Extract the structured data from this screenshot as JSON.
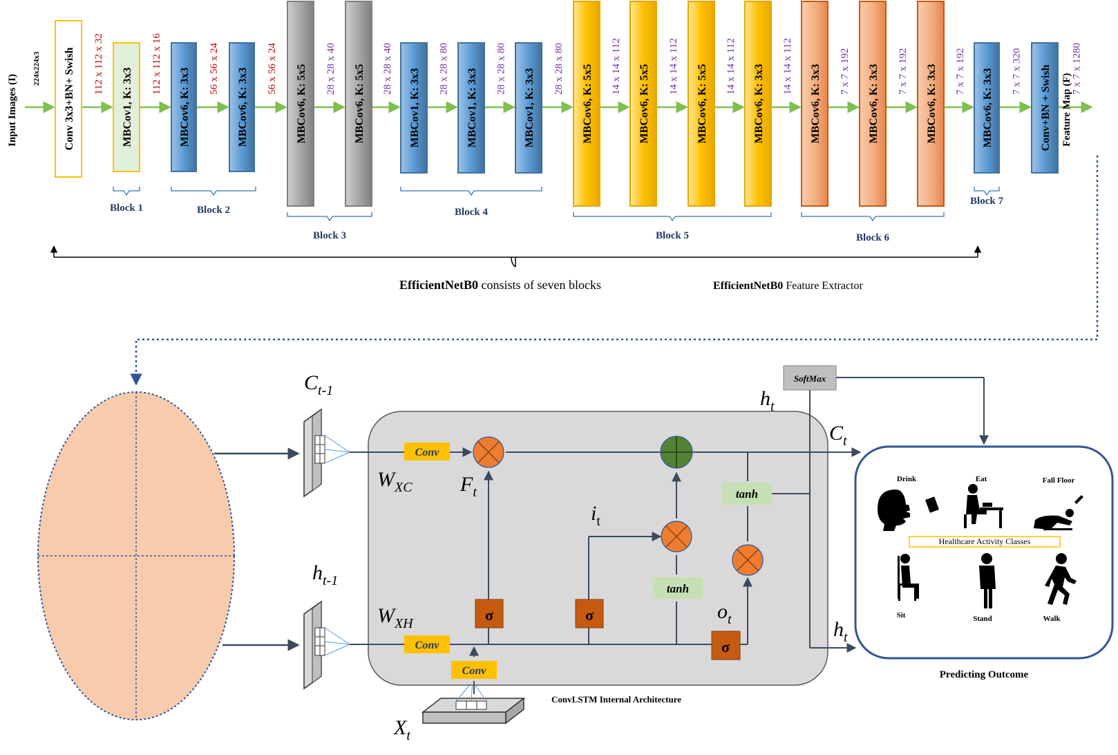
{
  "input_label": "Input Images (I)",
  "input_dims": "224x224x3",
  "output_label": "Feature Map (F)",
  "stem_layer": "Conv 3x3+BN+ Swish",
  "head_layer": "Conv+BN + Swish",
  "layers": [
    {
      "label": "MBCov1, K: 3x3",
      "kind": "mb1"
    },
    {
      "label": "MBCov6, K: 3x3",
      "kind": "b2"
    },
    {
      "label": "MBCov6, K: 3x3",
      "kind": "b2"
    },
    {
      "label": "MBCov6, K: 5x5",
      "kind": "b3"
    },
    {
      "label": "MBCov6, K: 5x5",
      "kind": "b3"
    },
    {
      "label": "MBCov1, K: 3x3",
      "kind": "b4"
    },
    {
      "label": "MBCov1, K: 3x3",
      "kind": "b4"
    },
    {
      "label": "MBCov1, K: 3x3",
      "kind": "b4"
    },
    {
      "label": "MBCov6, K: 5x5",
      "kind": "b5"
    },
    {
      "label": "MBCov6, K: 5x5",
      "kind": "b5"
    },
    {
      "label": "MBCov6, K: 5x5",
      "kind": "b5"
    },
    {
      "label": "MBCov6, K: 3x3",
      "kind": "b5"
    },
    {
      "label": "MBCov6, K: 3x3",
      "kind": "b6"
    },
    {
      "label": "MBCov6, K: 3x3",
      "kind": "b6"
    },
    {
      "label": "MBCov6, K: 3x3",
      "kind": "b6"
    },
    {
      "label": "MBCov6, K: 3x3",
      "kind": "b7"
    }
  ],
  "dims": [
    {
      "t": "112 x 112 x 32",
      "c": "red"
    },
    {
      "t": "112 x 112 x 16",
      "c": "red"
    },
    {
      "t": "56 x 56 x 24",
      "c": "red"
    },
    {
      "t": "56 x 56 x 24",
      "c": "red"
    },
    {
      "t": "28 x 28 x 40",
      "c": "purple"
    },
    {
      "t": "28 x 28 x 40",
      "c": "purple"
    },
    {
      "t": "28 x 28 x 80",
      "c": "purple"
    },
    {
      "t": "28 x 28 x 80",
      "c": "purple"
    },
    {
      "t": "28 x 28 x 80",
      "c": "purple"
    },
    {
      "t": "14 x 14 x 112",
      "c": "purple"
    },
    {
      "t": "14 x 14 x 112",
      "c": "purple"
    },
    {
      "t": "14 x 14 x 112",
      "c": "purple"
    },
    {
      "t": "14 x 14 x 112",
      "c": "purple"
    },
    {
      "t": "7 x 7 x 192",
      "c": "purple"
    },
    {
      "t": "7 x 7 x 192",
      "c": "purple"
    },
    {
      "t": "7 x 7 x 192",
      "c": "purple"
    },
    {
      "t": "7 x 7 x 320",
      "c": "purple"
    },
    {
      "t": "7 x 7 x 1280",
      "c": "purple"
    }
  ],
  "blocks": [
    "Block 1",
    "Block 2",
    "Block 3",
    "Block 4",
    "Block 5",
    "Block 6",
    "Block 7"
  ],
  "caption_left_bold": "EfficientNetB0",
  "caption_left_rest": " consists of seven blocks",
  "caption_right_bold": "EfficientNetB0",
  "caption_right_rest": " Feature Extractor",
  "convlstm": {
    "title": "ConvLSTM Internal Architecture",
    "c_prev": "C",
    "c_prev_sub": "t-1",
    "h_prev": "h",
    "h_prev_sub": "t-1",
    "x_t": "X",
    "x_t_sub": "t",
    "w_xc": "W",
    "w_xc_sub": "XC",
    "w_xh": "W",
    "w_xh_sub": "XH",
    "f_t": "F",
    "f_t_sub": "t",
    "i_t": "i",
    "i_t_sub": "t",
    "o_t": "o",
    "o_t_sub": "t",
    "c_t": "C",
    "c_t_sub": "t",
    "h_t": "h",
    "h_t_sub": "t",
    "conv": "Conv",
    "tanh": "tanh",
    "sigma": "σ",
    "softmax": "SoftMax"
  },
  "outcome": {
    "title": "Predicting Outcome",
    "classes_label": "Healthcare Activity Classes",
    "classes": [
      "Drink",
      "Eat",
      "Fall Floor",
      "Sit",
      "Stand",
      "Walk"
    ]
  },
  "colors": {
    "arrow_green": "#7fbf4d",
    "dim_red": "#c00000",
    "dim_purple": "#7030a0",
    "block_label": "#1f3864",
    "bracket": "#2e75b6",
    "mb1_fill": "#e2efd9",
    "mb1_stroke": "#ffc000",
    "blue_fill": "#5b9bd5",
    "gray_fill": "#a6a6a6",
    "yellow_fill": "#ffc000",
    "orange_fill": "#f4b183",
    "cell_bg": "#d9d9d9",
    "gate_orange": "#ed7d31",
    "gate_green": "#548235",
    "sigma_fill": "#c55a11",
    "conv_fill": "#ffc000",
    "tanh_fill": "#c5e0b4",
    "ellipse_fill": "#f8cbad",
    "outcome_border": "#2f5597",
    "dotted_line": "#2f5597"
  }
}
